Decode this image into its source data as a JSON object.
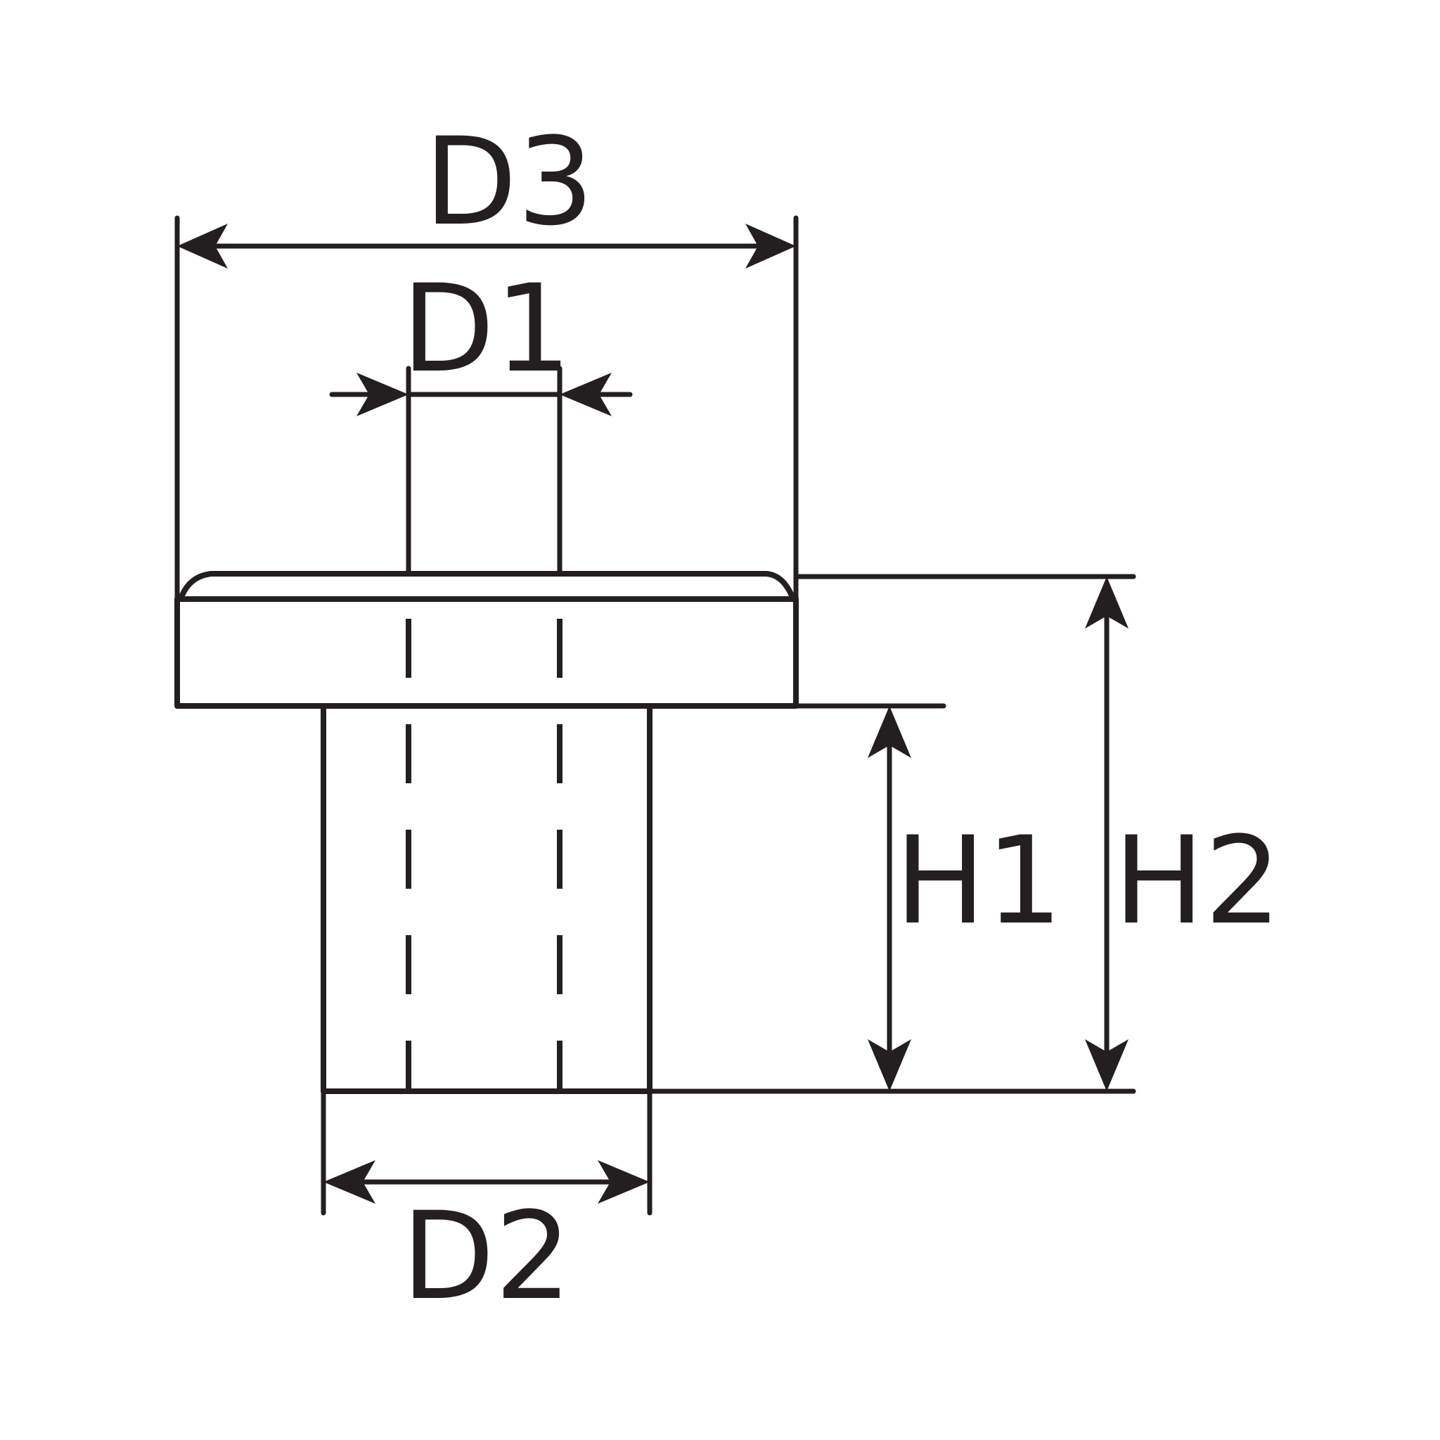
{
  "diagram": {
    "line_color": "#231f20",
    "background": "#ffffff",
    "labels": {
      "d3": "D3",
      "d1": "D1",
      "d2": "D2",
      "h1": "H1",
      "h2": "H2"
    }
  }
}
